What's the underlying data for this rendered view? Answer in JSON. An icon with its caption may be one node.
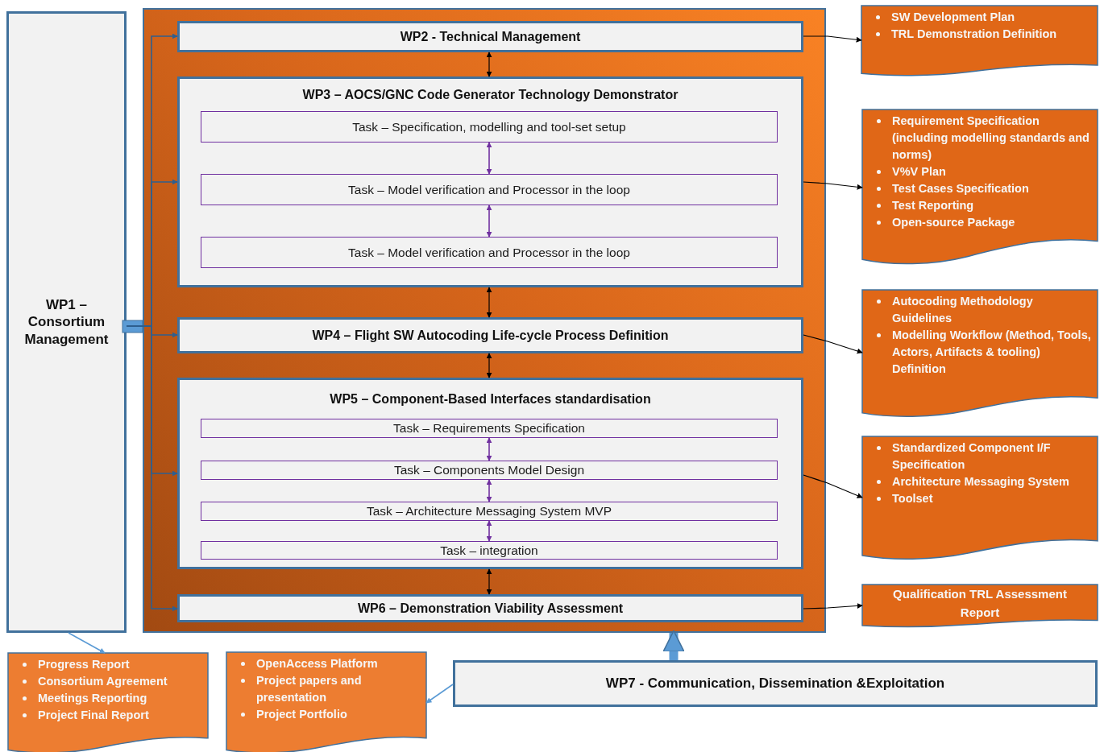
{
  "diagram": {
    "nodes": [
      {
        "text": [
          "WP1 – Consortium Management"
        ]
      },
      {
        "text": [],
        "shape": "box"
      },
      {
        "text": [
          "WP2 - Technical Management"
        ],
        "in": 1
      },
      {
        "text": [
          "WP3 – AOCS/GNC Code Generator Technology Demonstrator"
        ],
        "in": 1
      },
      {
        "text": [
          "Task – Specification, modelling and tool-set setup"
        ],
        "in": 3
      },
      {
        "text": [
          "Task – Model verification and Processor in the loop"
        ],
        "in": 3
      },
      {
        "text": [
          "Task – Model verification and Processor in the loop"
        ],
        "in": 3
      },
      {
        "text": [
          "WP4 – Flight SW Autocoding Life-cycle Process Definition"
        ],
        "in": 1
      },
      {
        "text": [
          "WP5 – Component-Based Interfaces standardisation"
        ],
        "in": 1
      },
      {
        "text": [
          "Task – Requirements Specification"
        ],
        "in": 8
      },
      {
        "text": [
          "Task – Components Model Design"
        ],
        "in": 8
      },
      {
        "text": [
          "Task – Architecture Messaging System MVP"
        ],
        "in": 8
      },
      {
        "text": [
          "Task – integration"
        ],
        "in": 8
      },
      {
        "text": [
          "WP6 – Demonstration Viability Assessment"
        ],
        "in": 1
      },
      {
        "text": [
          "WP7 - Communication, Dissemination &Exploitation"
        ]
      },
      {
        "text": [
          "SW Development Plan",
          "TRL Demonstration Definition"
        ]
      },
      {
        "text": [
          "Requirement Specification (including modelling standards and norms)",
          "V%V Plan",
          "Test Cases Specification",
          "Test Reporting",
          "Open-source Package"
        ]
      },
      {
        "text": [
          "Autocoding Methodology Guidelines",
          "Modelling Workflow (Method, Tools, Actors, Artifacts & tooling) Definition"
        ]
      },
      {
        "text": [
          "Standardized Component I/F Specification",
          "Architecture Messaging System",
          "Toolset"
        ]
      },
      {
        "text": [
          "Qualification TRL Assessment Report"
        ]
      },
      {
        "text": [
          "Progress Report",
          "Consortium Agreement",
          "Meetings Reporting",
          "Project Final Report"
        ]
      },
      {
        "text": [
          "OpenAccess Platform",
          "Project papers and presentation",
          "Project Portfolio"
        ]
      }
    ],
    "edges": [
      {
        "from": 0,
        "to": 2,
        "arrow": "to",
        "color": "#2f5f8f"
      },
      {
        "from": 0,
        "to": 3,
        "arrow": "to",
        "color": "#2f5f8f"
      },
      {
        "from": 0,
        "to": 7,
        "arrow": "to",
        "color": "#2f5f8f"
      },
      {
        "from": 0,
        "to": 8,
        "arrow": "to",
        "color": "#2f5f8f"
      },
      {
        "from": 0,
        "to": 13,
        "arrow": "to",
        "color": "#2f5f8f"
      },
      {
        "from": 2,
        "to": 3,
        "arrow": "both"
      },
      {
        "from": 4,
        "to": 5,
        "arrow": "both",
        "color": "#7030a0"
      },
      {
        "from": 5,
        "to": 6,
        "arrow": "both",
        "color": "#7030a0"
      },
      {
        "from": 3,
        "to": 7,
        "arrow": "both"
      },
      {
        "from": 7,
        "to": 8,
        "arrow": "both"
      },
      {
        "from": 9,
        "to": 10,
        "arrow": "both",
        "color": "#7030a0"
      },
      {
        "from": 10,
        "to": 11,
        "arrow": "both",
        "color": "#7030a0"
      },
      {
        "from": 11,
        "to": 12,
        "arrow": "both",
        "color": "#7030a0"
      },
      {
        "from": 8,
        "to": 13,
        "arrow": "both"
      },
      {
        "from": 2,
        "to": 15,
        "arrow": "to"
      },
      {
        "from": 3,
        "to": 16,
        "arrow": "to"
      },
      {
        "from": 7,
        "to": 17,
        "arrow": "to"
      },
      {
        "from": 8,
        "to": 18,
        "arrow": "to"
      },
      {
        "from": 13,
        "to": 19,
        "arrow": "to"
      },
      {
        "from": 14,
        "to": 1,
        "arrow": "to",
        "style": "thick",
        "color": "#5b9bd5"
      },
      {
        "from": 0,
        "to": 20,
        "arrow": "to",
        "color": "#5b9bd5"
      },
      {
        "from": 14,
        "to": 21,
        "arrow": "to",
        "color": "#5b9bd5"
      }
    ]
  }
}
